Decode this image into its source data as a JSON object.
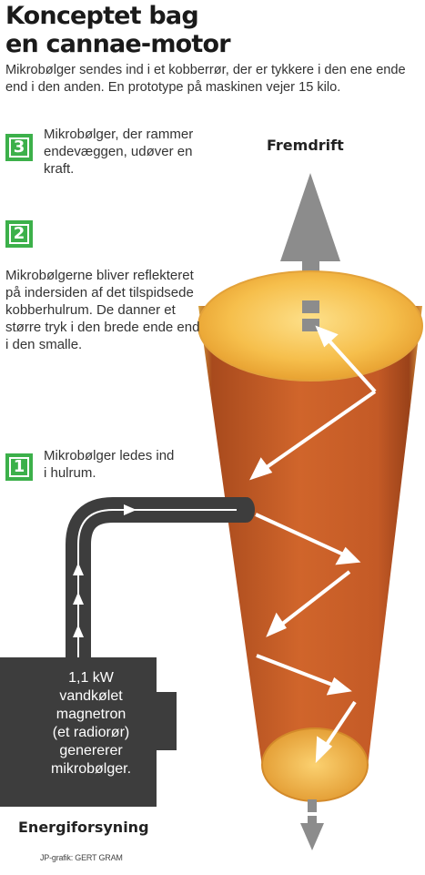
{
  "title": {
    "line1": "Konceptet bag",
    "line2": "en cannae-motor"
  },
  "intro": "Mikrobølger sendes ind i et kobberrør, der er tykkere i den ene ende end i den anden. En prototype på maskinen vejer 15 kilo.",
  "steps": [
    {
      "number": "3",
      "text": "Mikrobølger, der rammer endevæggen, udøver en kraft."
    },
    {
      "number": "2",
      "text": "Mikrobølgerne bliver reflekteret på indersiden af det tilspidsede kobberhulrum. De danner et større tryk i den brede ende end i den smalle."
    },
    {
      "number": "1",
      "text": "Mikrobølger ledes ind i hulrum."
    }
  ],
  "thrust_label": "Fremdrift",
  "magnetron": {
    "lines": [
      "1,1 kW",
      "vandkølet",
      "magnetron",
      "(et radiorør)",
      "genererer",
      "mikrobølger."
    ]
  },
  "energy_label": "Energiforsyning",
  "credit": "JP-grafik: GERT GRAM",
  "colors": {
    "step_green": "#3cb04a",
    "copper": "#c8612a",
    "copper_light": "#f0a04a",
    "gold_rim": "#f3b63a",
    "magnetron_dark": "#3d3d3d",
    "arrow_gray": "#8c8c8c"
  }
}
